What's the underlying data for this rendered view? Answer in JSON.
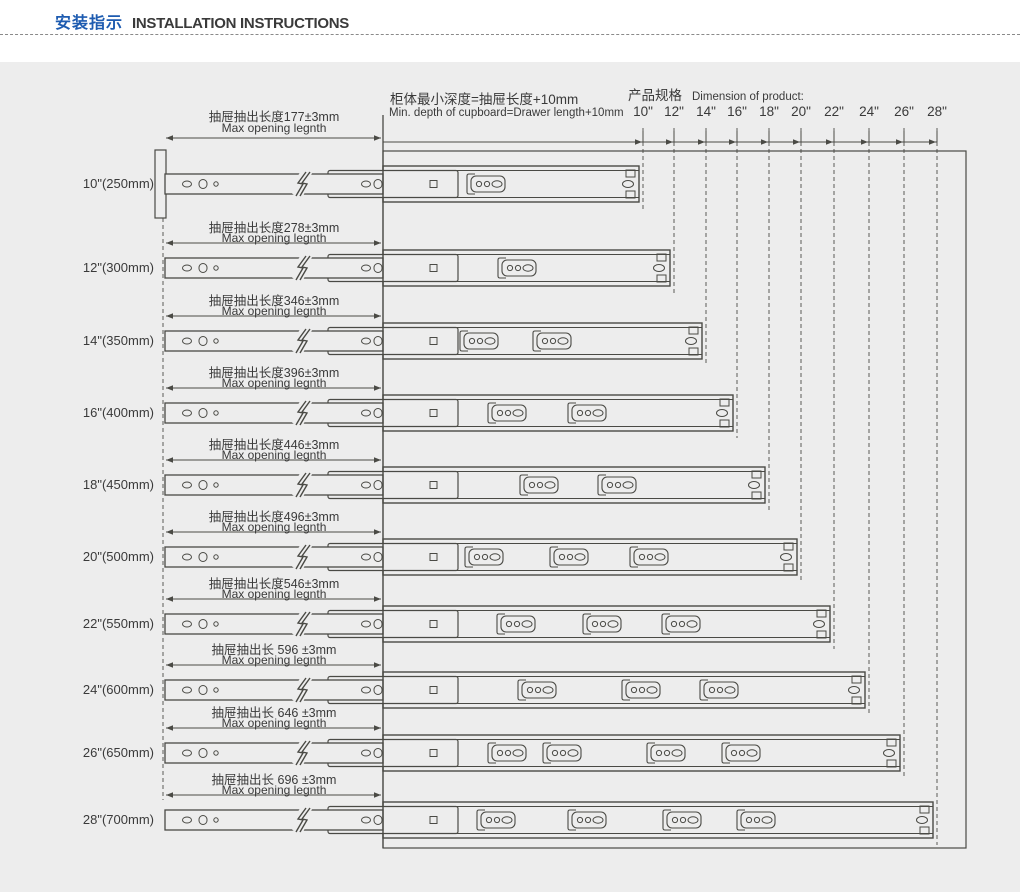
{
  "header": {
    "title_cn": "安装指示",
    "title_en": "INSTALLATION INSTRUCTIONS"
  },
  "notes": {
    "cupboard_cn": "柜体最小深度=抽屉长度+10mm",
    "cupboard_en": "Min. depth of cupboard=Drawer length+10mm",
    "spec_cn": "产品规格",
    "spec_en": "Dimension of product:"
  },
  "size_marks": [
    "10\"",
    "12\"",
    "14\"",
    "16\"",
    "18\"",
    "20\"",
    "22\"",
    "24\"",
    "26\"",
    "28\""
  ],
  "rows": [
    {
      "label": "10\"(250mm)",
      "dim_cn": "抽屉抽出长度177±3mm",
      "dim_en": "Max opening legnth",
      "slots": 1
    },
    {
      "label": "12\"(300mm)",
      "dim_cn": "抽屉抽出长度278±3mm",
      "dim_en": "Max opening legnth",
      "slots": 1
    },
    {
      "label": "14\"(350mm)",
      "dim_cn": "抽屉抽出长度346±3mm",
      "dim_en": "Max opening legnth",
      "slots": 2
    },
    {
      "label": "16\"(400mm)",
      "dim_cn": "抽屉抽出长度396±3mm",
      "dim_en": "Max opening legnth",
      "slots": 2
    },
    {
      "label": "18\"(450mm)",
      "dim_cn": "抽屉抽出长度446±3mm",
      "dim_en": "Max opening legnth",
      "slots": 2
    },
    {
      "label": "20\"(500mm)",
      "dim_cn": "抽屉抽出长度496±3mm",
      "dim_en": "Max opening legnth",
      "slots": 3
    },
    {
      "label": "22\"(550mm)",
      "dim_cn": "抽屉抽出长度546±3mm",
      "dim_en": "Max opening legnth",
      "slots": 3
    },
    {
      "label": "24\"(600mm)",
      "dim_cn": "抽屉抽出长 596 ±3mm",
      "dim_en": "Max opening legnth",
      "slots": 3
    },
    {
      "label": "26\"(650mm)",
      "dim_cn": "抽屉抽出长 646 ±3mm",
      "dim_en": "Max opening legnth",
      "slots": 4
    },
    {
      "label": "28\"(700mm)",
      "dim_cn": "抽屉抽出长 696 ±3mm",
      "dim_en": "Max opening legnth",
      "slots": 4
    }
  ],
  "colors": {
    "accent": "#1d5bb0",
    "line": "#4a4a45",
    "dash": "#5c5c57",
    "panel": "#ededed",
    "text": "#3a3a3a"
  }
}
